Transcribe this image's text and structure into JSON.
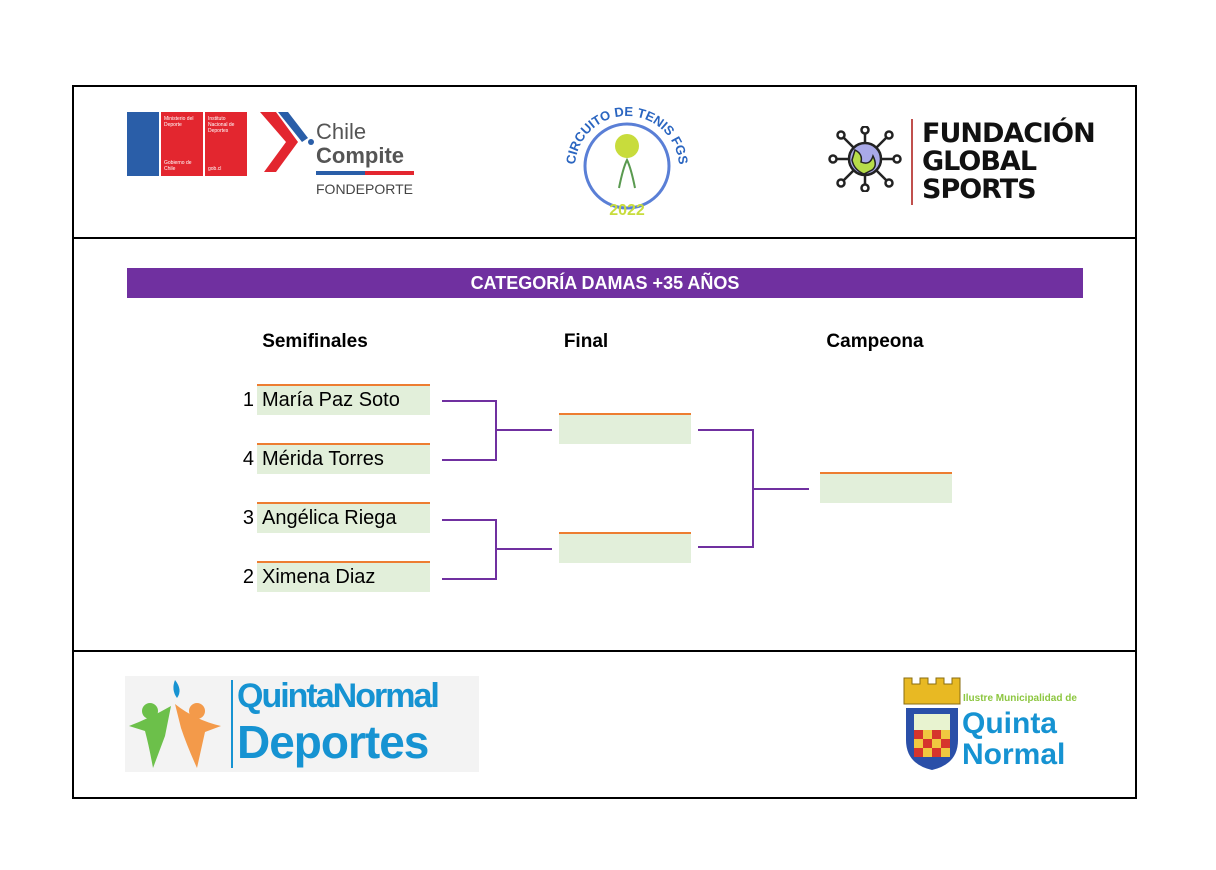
{
  "header_logos": {
    "ministerio": {
      "blue": "Ministerio del Deporte",
      "red": "Instituto Nacional de Deportes",
      "footer1": "Gobierno de Chile",
      "footer2": "gob.cl"
    },
    "chile_compite": {
      "line1": "Chile",
      "line2": "Compite",
      "line3": "FONDEPORTE"
    },
    "circuito": {
      "arc_text": "CIRCUITO DE TENIS FGS",
      "year": "2022"
    },
    "fundacion": {
      "line1": "FUNDACIÓN",
      "line2": "GLOBAL",
      "line3": "SPORTS"
    }
  },
  "bracket": {
    "title": "CATEGORÍA DAMAS +35 AÑOS",
    "columns": {
      "semifinals": "Semifinales",
      "final": "Final",
      "champion": "Campeona"
    },
    "semifinals": [
      {
        "seed": "1",
        "name": "María Paz Soto"
      },
      {
        "seed": "4",
        "name": "Mérida Torres"
      },
      {
        "seed": "3",
        "name": "Angélica Riega"
      },
      {
        "seed": "2",
        "name": "Ximena Diaz"
      }
    ],
    "final": [
      "",
      ""
    ],
    "champion": "",
    "colors": {
      "accent": "#7030a0",
      "slot_fill": "#e2efda",
      "slot_border": "#ed7d31"
    }
  },
  "footer_logos": {
    "qn_deportes": {
      "line1": "QuintaNormal",
      "line2": "Deportes"
    },
    "municipalidad": {
      "line1": "Ilustre Municipalidad de",
      "line2": "Quinta",
      "line3": "Normal"
    }
  }
}
